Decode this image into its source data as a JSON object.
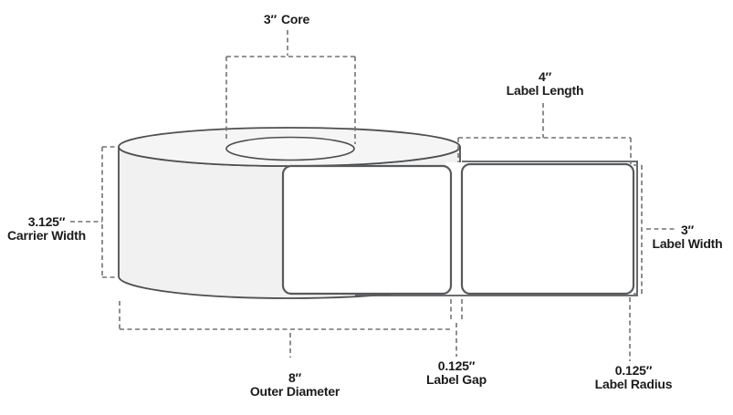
{
  "annotations": {
    "core": {
      "value": "3″",
      "label": "Core"
    },
    "label_length": {
      "value": "4″",
      "label": "Label Length"
    },
    "carrier_width": {
      "value": "3.125″",
      "label": "Carrier Width"
    },
    "label_width": {
      "value": "3″",
      "label": "Label Width"
    },
    "outer_diameter": {
      "value": "8″",
      "label": "Outer Diameter"
    },
    "label_gap": {
      "value": "0.125″",
      "label": "Label Gap"
    },
    "label_radius": {
      "value": "0.125″",
      "label": "Label Radius"
    }
  },
  "colors": {
    "bg": "#ffffff",
    "text": "#1b1b1b",
    "line_dark": "#4d4f51",
    "line_label": "#58595b",
    "dash": "#707274",
    "fill_front": "#f1f1f2",
    "fill_top": "#f5f5f6",
    "fill_core": "#f8f8f9",
    "label_fill": "#ffffff"
  }
}
